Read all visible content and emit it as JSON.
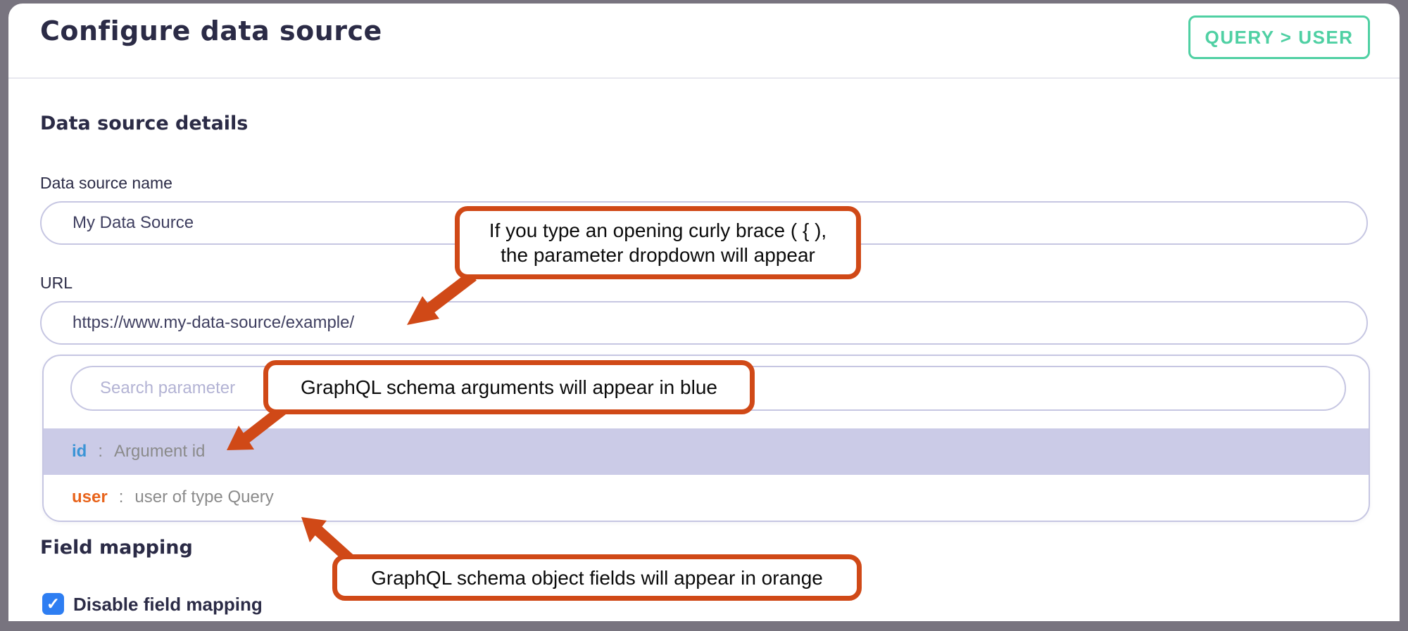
{
  "header": {
    "title": "Configure data source",
    "badge": "QUERY > USER"
  },
  "form": {
    "section_title": "Data source details",
    "name_label": "Data source name",
    "name_value": "My Data Source",
    "url_label": "URL",
    "url_value": "https://www.my-data-source/example/"
  },
  "dropdown": {
    "search_placeholder": "Search parameter",
    "options": [
      {
        "name": "id",
        "separator": ":",
        "description": "Argument id",
        "highlighted": true
      },
      {
        "name": "user",
        "separator": ":",
        "description": "user of type Query",
        "highlighted": false
      }
    ]
  },
  "field_mapping": {
    "section_title": "Field mapping",
    "checkbox_label": "Disable field mapping",
    "checkbox_checked": true,
    "checkmark": "✓"
  },
  "annotations": {
    "curly_brace_line1": "If you type an opening curly brace ( { ),",
    "curly_brace_line2": "the parameter dropdown will appear",
    "blue_note": "GraphQL schema arguments will appear in blue",
    "orange_note": "GraphQL schema object fields will appear in orange"
  },
  "colors": {
    "accent_teal": "#4fd0a3",
    "annotation_orange": "#d04917",
    "argument_blue": "#3a94d6",
    "field_orange": "#e8641c",
    "highlight_lavender": "#cbcbe7",
    "border_lavender": "#c6c6e2",
    "checkbox_blue": "#2e7ef2",
    "heading_navy": "#2b2b46",
    "frame_gray": "#78747f"
  }
}
